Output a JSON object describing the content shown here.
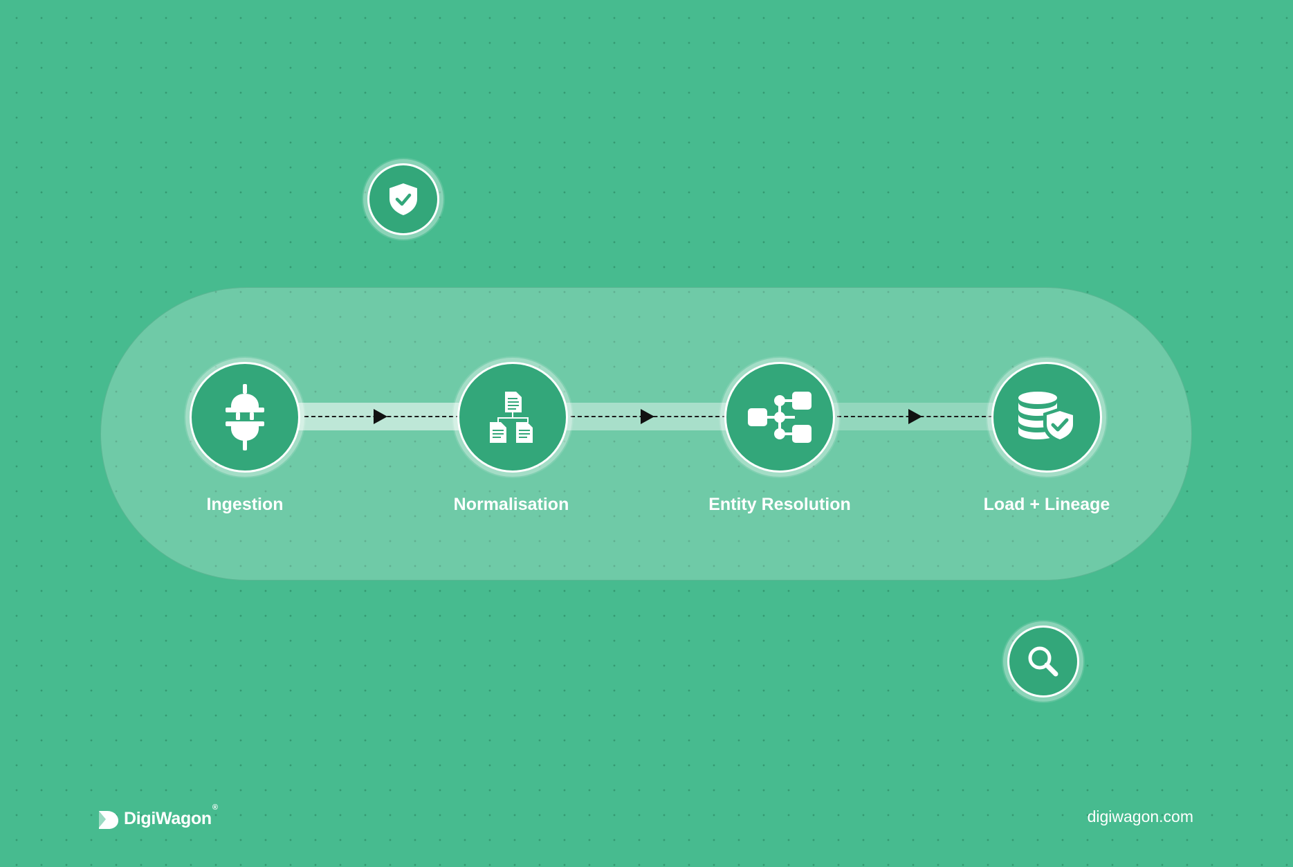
{
  "colors": {
    "background": "#47bb8f",
    "node_fill": "#33a77a",
    "capsule": "#6fcaa7",
    "text": "#ffffff",
    "arrow": "#111111"
  },
  "stages": [
    {
      "label": "Ingestion",
      "icon": "plug-icon"
    },
    {
      "label": "Normalisation",
      "icon": "document-hierarchy-icon"
    },
    {
      "label": "Entity Resolution",
      "icon": "entity-graph-icon"
    },
    {
      "label": "Load + Lineage",
      "icon": "database-shield-icon"
    }
  ],
  "floating_icons": [
    {
      "icon": "shield-check-icon"
    },
    {
      "icon": "search-icon"
    }
  ],
  "footer": {
    "brand": "DigiWagon",
    "brand_mark": "®",
    "website": "digiwagon.com"
  }
}
